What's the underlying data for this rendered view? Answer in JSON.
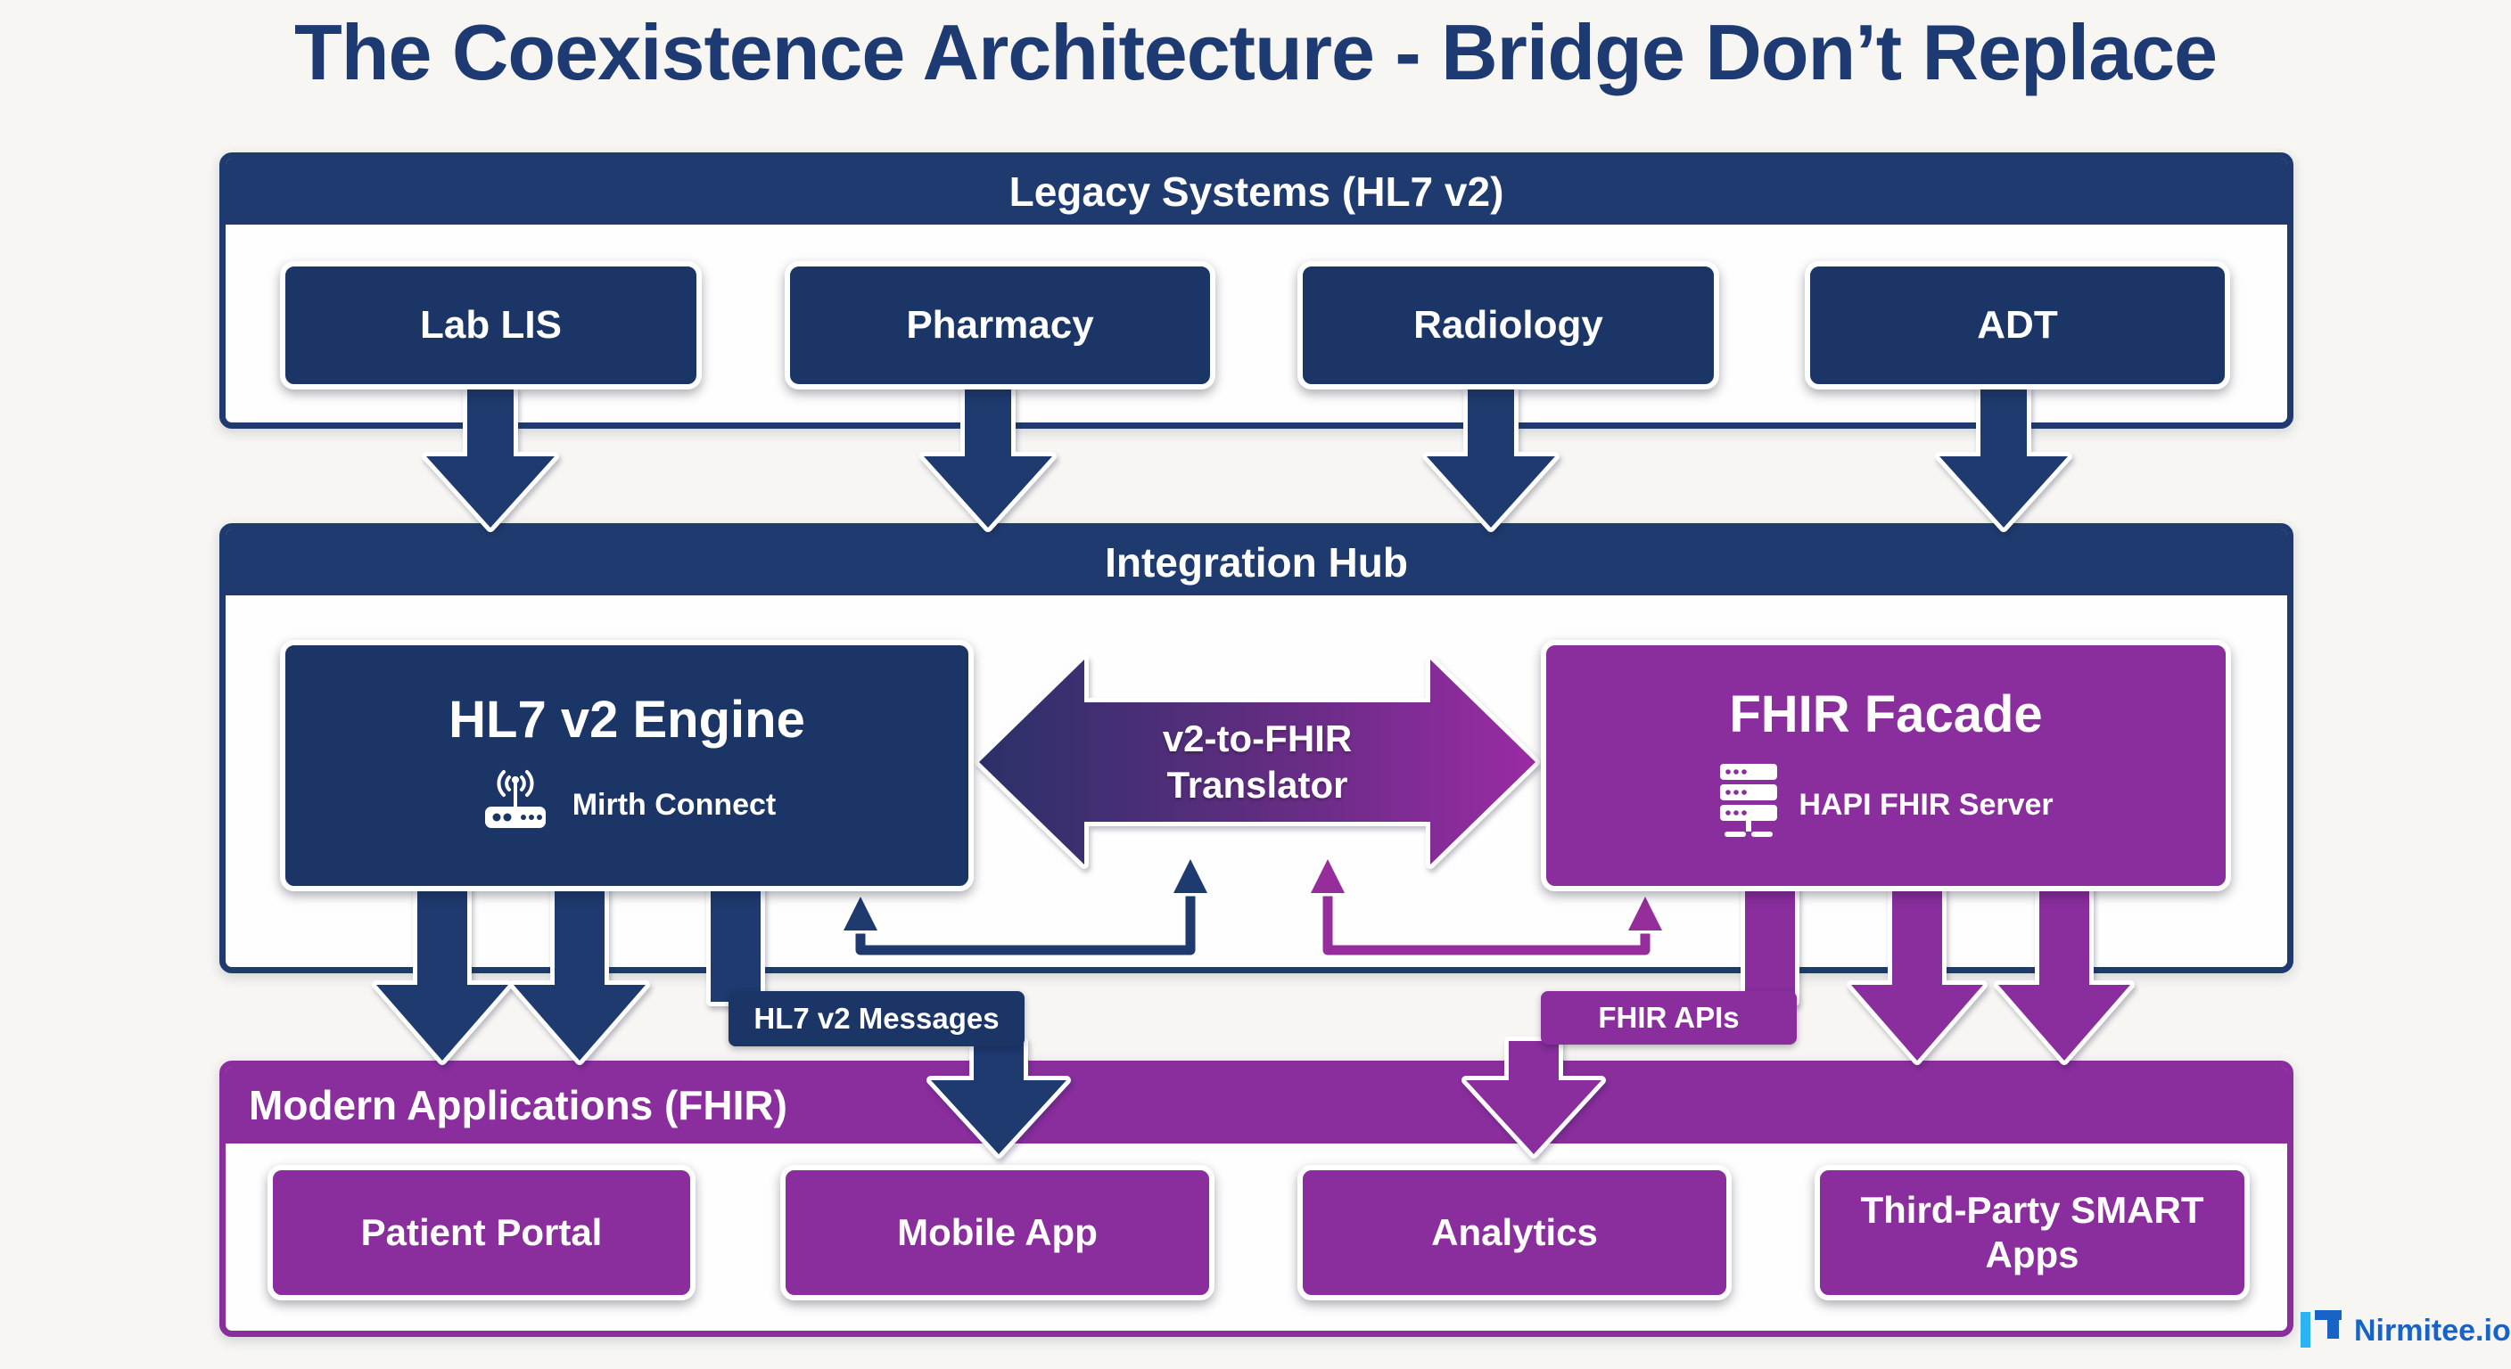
{
  "title": "The Coexistence Architecture - Bridge Don’t Replace",
  "legacy": {
    "header": "Legacy Systems (HL7 v2)",
    "systems": [
      "Lab LIS",
      "Pharmacy",
      "Radiology",
      "ADT"
    ]
  },
  "hub": {
    "header": "Integration Hub",
    "engine": {
      "title": "HL7 v2 Engine",
      "subtitle": "Mirth Connect",
      "icon": "router-signal-icon"
    },
    "translator": {
      "line1": "v2-to-FHIR",
      "line2": "Translator"
    },
    "facade": {
      "title": "FHIR Facade",
      "subtitle": "HAPI FHIR Server",
      "icon": "server-stack-icon"
    }
  },
  "flows": {
    "left_label": "HL7 v2 Messages",
    "right_label": "FHIR APIs"
  },
  "modern": {
    "header": "Modern Applications (FHIR)",
    "apps": [
      "Patient Portal",
      "Mobile App",
      "Analytics",
      "Third-Party SMART Apps"
    ]
  },
  "footer": {
    "brand": "Nirmitee.io"
  },
  "colors": {
    "navy": "#1e3a6e",
    "boxnavy": "#1b3566",
    "purple": "#8a2d9d",
    "fbpurple": "#952d9b",
    "titleblue": "#1d3a73",
    "brandblue": "#1763c6",
    "brandcyan": "#2bb3f3",
    "bg": "#f7f6f3",
    "translator_gradient_left": "#2b3068",
    "translator_gradient_right": "#9a2ba4"
  }
}
